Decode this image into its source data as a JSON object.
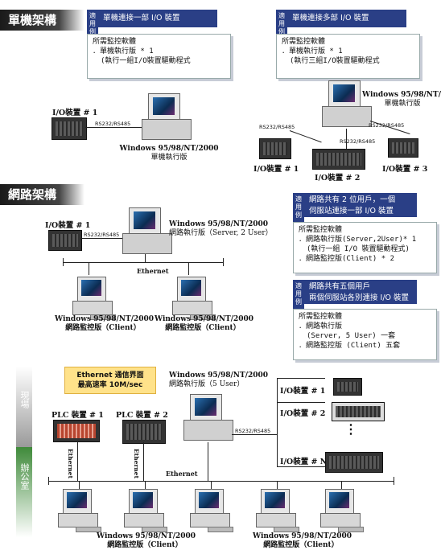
{
  "sections": {
    "single": "單機架構",
    "network": "網路架構"
  },
  "box1": {
    "tag": "適用例",
    "title": "單機連接一部 I/O 裝置",
    "l1": "所需監控軟體",
    "l2": "．單機執行版 * 1",
    "l3": "(執行一組I/O裝置驅動程式"
  },
  "box2": {
    "tag": "適用例",
    "title": "單機連接多部 I/O 裝置",
    "l1": "所需監控軟體",
    "l2": "．單機執行版 * 1",
    "l3": "(執行三組I/O裝置驅動程式"
  },
  "box3": {
    "tag": "適用例",
    "title1": "網路共有 2 位用戶，一個",
    "title2": "伺服站連接一部 I/O 裝置",
    "l1": "所需監控軟體",
    "l2": "．網路執行版(Server,2User)* 1",
    "l3": "(執行一組 I/O 裝置驅動程式)",
    "l4": "．網路監控版(Client) * 2"
  },
  "box4": {
    "tag": "適用例",
    "title1": "網路共有五個用戶",
    "title2": "兩個伺服站各別連接 I/O 裝置",
    "l1": "所需監控軟體",
    "l2": "．網路執行版",
    "l3": "(Server, 5 User) 一套",
    "l4": "．網路監控版 (Client) 五套"
  },
  "labels": {
    "io1": "I/O裝置 # 1",
    "io2": "I/O裝置 # 2",
    "io3": "I/O裝置 # 3",
    "ioN": "I/O裝置 # N",
    "rs": "RS232/RS485",
    "ethernet": "Ethernet",
    "plc1": "PLC 裝置 # 1",
    "plc2": "PLC 裝置 # 2",
    "win": "Windows 95/98/NT/2000",
    "single_exec": "單機執行版",
    "net_exec_2": "網路執行版（Server, 2 User）",
    "net_exec_5": "網路執行版（5 User）",
    "client": "網路監控版（Client）",
    "note1": "Ethernet 通信界面",
    "note2": "最高速率 10M/sec",
    "field": "現場",
    "office": "辦公室",
    "dots": "⋮"
  }
}
